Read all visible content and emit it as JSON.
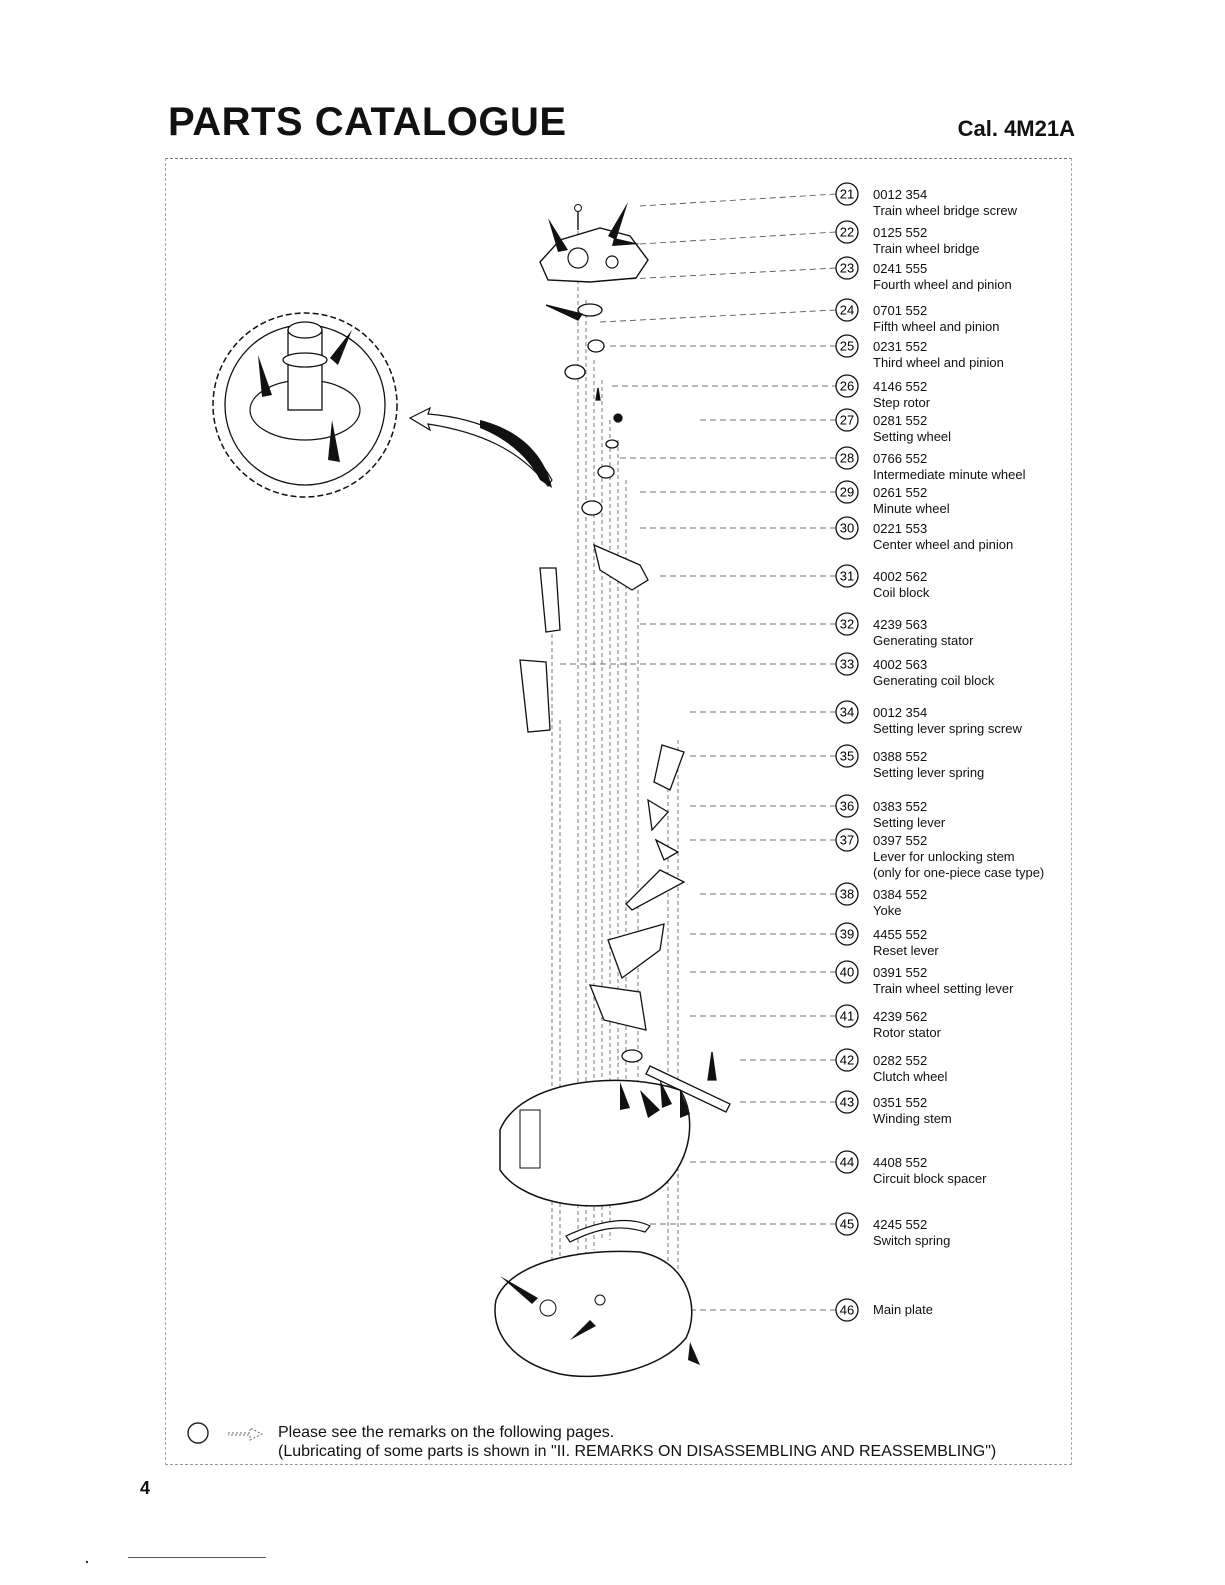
{
  "header": {
    "title": "PARTS CATALOGUE",
    "caliber": "Cal. 4M21A"
  },
  "parts": [
    {
      "num": "21",
      "code": "0012 354",
      "name": "Train wheel bridge screw"
    },
    {
      "num": "22",
      "code": "0125 552",
      "name": "Train wheel bridge"
    },
    {
      "num": "23",
      "code": "0241 555",
      "name": "Fourth wheel and pinion"
    },
    {
      "num": "24",
      "code": "0701 552",
      "name": "Fifth wheel and pinion"
    },
    {
      "num": "25",
      "code": "0231 552",
      "name": "Third wheel and pinion"
    },
    {
      "num": "26",
      "code": "4146 552",
      "name": "Step rotor"
    },
    {
      "num": "27",
      "code": "0281 552",
      "name": "Setting wheel"
    },
    {
      "num": "28",
      "code": "0766 552",
      "name": "Intermediate minute wheel"
    },
    {
      "num": "29",
      "code": "0261 552",
      "name": "Minute wheel"
    },
    {
      "num": "30",
      "code": "0221 553",
      "name": "Center wheel and pinion"
    },
    {
      "num": "31",
      "code": "4002 562",
      "name": "Coil block"
    },
    {
      "num": "32",
      "code": "4239 563",
      "name": "Generating stator"
    },
    {
      "num": "33",
      "code": "4002 563",
      "name": "Generating coil block"
    },
    {
      "num": "34",
      "code": "0012 354",
      "name": "Setting lever spring screw"
    },
    {
      "num": "35",
      "code": "0388 552",
      "name": "Setting lever spring"
    },
    {
      "num": "36",
      "code": "0383 552",
      "name": "Setting lever"
    },
    {
      "num": "37",
      "code": "0397 552",
      "name": "Lever for unlocking stem",
      "note": "(only for one-piece case type)"
    },
    {
      "num": "38",
      "code": "0384 552",
      "name": "Yoke"
    },
    {
      "num": "39",
      "code": "4455 552",
      "name": "Reset lever"
    },
    {
      "num": "40",
      "code": "0391 552",
      "name": "Train wheel setting lever"
    },
    {
      "num": "41",
      "code": "4239 562",
      "name": "Rotor stator"
    },
    {
      "num": "42",
      "code": "0282 552",
      "name": "Clutch wheel"
    },
    {
      "num": "43",
      "code": "0351 552",
      "name": "Winding stem"
    },
    {
      "num": "44",
      "code": "4408 552",
      "name": "Circuit block spacer"
    },
    {
      "num": "45",
      "code": "4245 552",
      "name": "Switch spring"
    },
    {
      "num": "46",
      "code": "",
      "name": "Main plate"
    }
  ],
  "footer_note": {
    "line1": "Please see the remarks on the following pages.",
    "line2": "(Lubricating of some parts is shown in \"II. REMARKS ON DISASSEMBLING AND REASSEMBLING\")"
  },
  "page_number": "4",
  "icons": [
    "lubrication-circle-icon",
    "dashed-arrow-icon",
    "oil-drop-icon"
  ]
}
